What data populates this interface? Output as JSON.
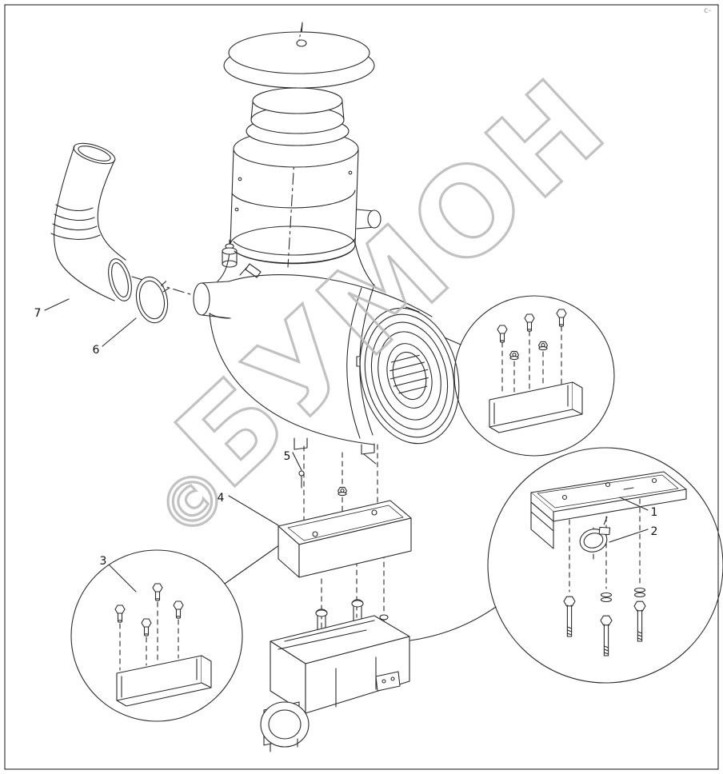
{
  "page": {
    "background": "#ffffff",
    "border_color": "#111111",
    "corner_text": "с-"
  },
  "watermark": {
    "copyright_symbol": "©",
    "text": "БУМОН",
    "color": "#b8b8b8"
  },
  "diagram": {
    "line_color": "#2b2b2b",
    "type": "exploded-parts-diagram"
  },
  "callouts": [
    {
      "id": "1",
      "label": "1"
    },
    {
      "id": "2",
      "label": "2"
    },
    {
      "id": "3",
      "label": "3"
    },
    {
      "id": "4",
      "label": "4"
    },
    {
      "id": "5",
      "label": "5"
    },
    {
      "id": "6",
      "label": "6"
    },
    {
      "id": "7",
      "label": "7"
    }
  ]
}
